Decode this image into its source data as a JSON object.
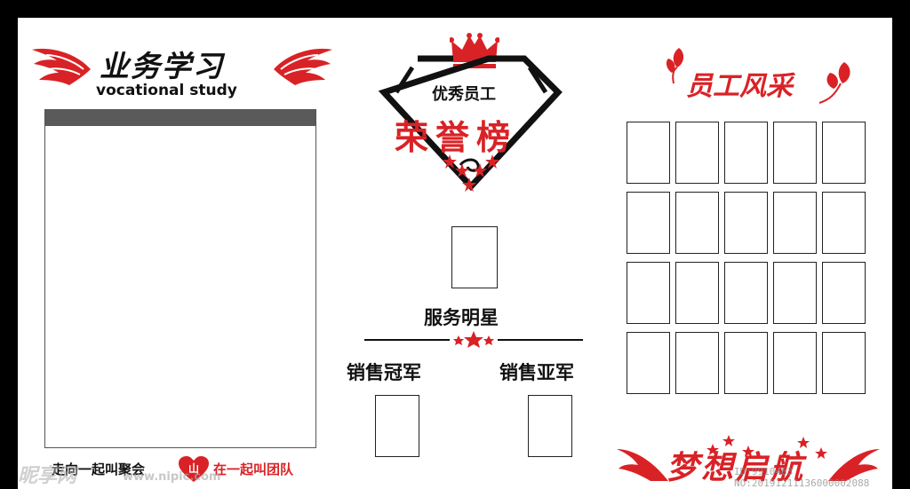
{
  "left_section": {
    "title": "业务学习",
    "subtitle": "vocational study",
    "slogan_left": "走向一起叫聚会",
    "slogan_right": "在一起叫团队",
    "heart_glyph": "山"
  },
  "middle_section": {
    "subtitle": "优秀员工",
    "title": "荣誉榜",
    "service_star_label": "服务明星",
    "sales_champion_label": "销售冠军",
    "sales_runner_up_label": "销售亚军"
  },
  "right_section": {
    "title": "员工风采",
    "photo_grid": {
      "rows": 4,
      "columns": 5
    },
    "dream_title": "梦想启航"
  },
  "watermark": {
    "brand": "昵享网",
    "url": "www.nipic.com",
    "id": "ID:9910463 NO:20191211136000002088"
  },
  "colors": {
    "accent_red": "#d92226",
    "background": "#000000",
    "board": "#ffffff",
    "text": "#111111"
  },
  "icons": [
    "wings-icon",
    "crown-icon",
    "shield-frame-icon",
    "star-icon",
    "leaf-icon",
    "heart-icon"
  ]
}
